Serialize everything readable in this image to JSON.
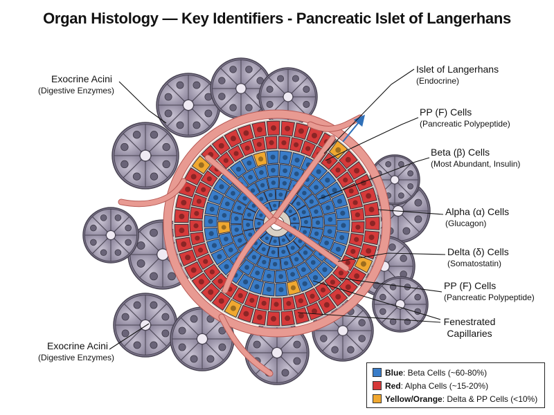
{
  "title": "Organ Histology — Key Identifiers - Pancreatic Islet of Langerhans",
  "labels": {
    "acini_top": {
      "main": "Exocrine Acini",
      "sub": "(Digestive Enzymes)"
    },
    "acini_bottom": {
      "main": "Exocrine Acini",
      "sub": "(Digestive Enzymes)"
    },
    "islet": {
      "main": "Islet of Langerhans",
      "sub": "(Endocrine)"
    },
    "pp_top": {
      "main": "PP (F) Cells",
      "sub": "(Pancreatic Polypeptide)"
    },
    "beta": {
      "main": "Beta (β) Cells",
      "sub": "(Most Abundant, Insulin)"
    },
    "alpha": {
      "main": "Alpha (α) Cells",
      "sub": "(Glucagon)"
    },
    "delta": {
      "main": "Delta (δ) Cells",
      "sub": "(Somatostatin)"
    },
    "pp_bottom": {
      "main": "PP (F) Cells",
      "sub": "(Pancreatic Polypeptide)"
    },
    "capillaries": {
      "main": "Fenestrated",
      "sub": "Capillaries"
    }
  },
  "legend": [
    {
      "color": "#3a7dc9",
      "key": "Blue",
      "text": ": Beta Cells (~60-80%)"
    },
    {
      "color": "#d63a3a",
      "key": "Red",
      "text": ": Alpha Cells (~15-20%)"
    },
    {
      "color": "#f0a830",
      "key": "Yellow/Orange",
      "text": ": Delta & PP Cells (<10%)"
    }
  ],
  "colors": {
    "beta": "#3a7dc9",
    "alpha": "#d63a3a",
    "delta_pp": "#f0a830",
    "acinar": "#9a93a8",
    "capillary": "#e89a92"
  }
}
